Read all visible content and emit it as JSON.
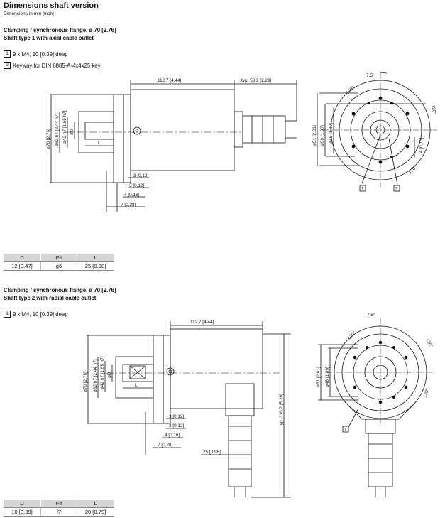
{
  "page": {
    "title": "Dimensions shaft version",
    "subtitle": "Dimensions in mm [inch]"
  },
  "section1": {
    "heading1": "Clamping / synchronous flange, ø 70 [2.76]",
    "heading2": "Shaft type 1 with axial cable outlet",
    "notes": [
      {
        "num": "1",
        "text": "9 x M4, 10 [0.39] deep"
      },
      {
        "num": "2",
        "text": "Keyway for DIN 6885-A-4x4x25 key"
      }
    ],
    "dims": {
      "length": "112,7 [4,44]",
      "typ": "typ. 58,2 [2,29]",
      "d70": "ø70 [2,76]",
      "d62": "ø62 h7 [2,44 h7]",
      "d42": "ø42 h7 [1,65 h7]",
      "dD": "øD",
      "L": "L",
      "d3a": "3 [0,12]",
      "d3b": "3 [0,12]",
      "d4": "4 [0,16]",
      "d7": "7 [0,28]",
      "angle75": "7,5°",
      "a120a": "120°",
      "a120b": "120°",
      "a120c": "120°",
      "d51": "ø51 [2,01]",
      "d50": "ø50 [1,97]",
      "d48": "ø48 [1,89]",
      "d4k": "4 [0,16]",
      "m1": "1",
      "m2": "2"
    },
    "table": {
      "headers": [
        "D",
        "Fit",
        "L"
      ],
      "rows": [
        [
          "12 [0.47]",
          "g6",
          "25 [0.98]"
        ]
      ]
    }
  },
  "section2": {
    "heading1": "Clamping / synchronous flange, ø 70 [2.76]",
    "heading2": "Shaft type 2 with radial cable outlet",
    "notes": [
      {
        "num": "1",
        "text": "9 x M4, 10 [0.39] deep"
      }
    ],
    "dims": {
      "length": "112,7 [4,44]",
      "d70": "ø70 [2,76]",
      "d62": "ø62 h7 [2,44 h7]",
      "d42": "ø42 h7 [1,65 h7]",
      "dD": "øD",
      "L": "L",
      "d3a": "3 [0,12]",
      "d3b": "3 [0,12]",
      "d4": "4 [0,16]",
      "d7": "7 [0,28]",
      "d25": "25 [0,98]",
      "typ136": "typ. 136,2 [5,36]",
      "angle75": "7,5°",
      "a120a": "120°",
      "a120b": "120°",
      "a120c": "120°",
      "d51": "ø51 [2,01]",
      "d48": "ø48 [1,89]",
      "m1": "1"
    },
    "table": {
      "headers": [
        "D",
        "Fit",
        "L"
      ],
      "rows": [
        [
          "10 [0.39]",
          "f7",
          "20 [0.79]"
        ]
      ]
    }
  }
}
